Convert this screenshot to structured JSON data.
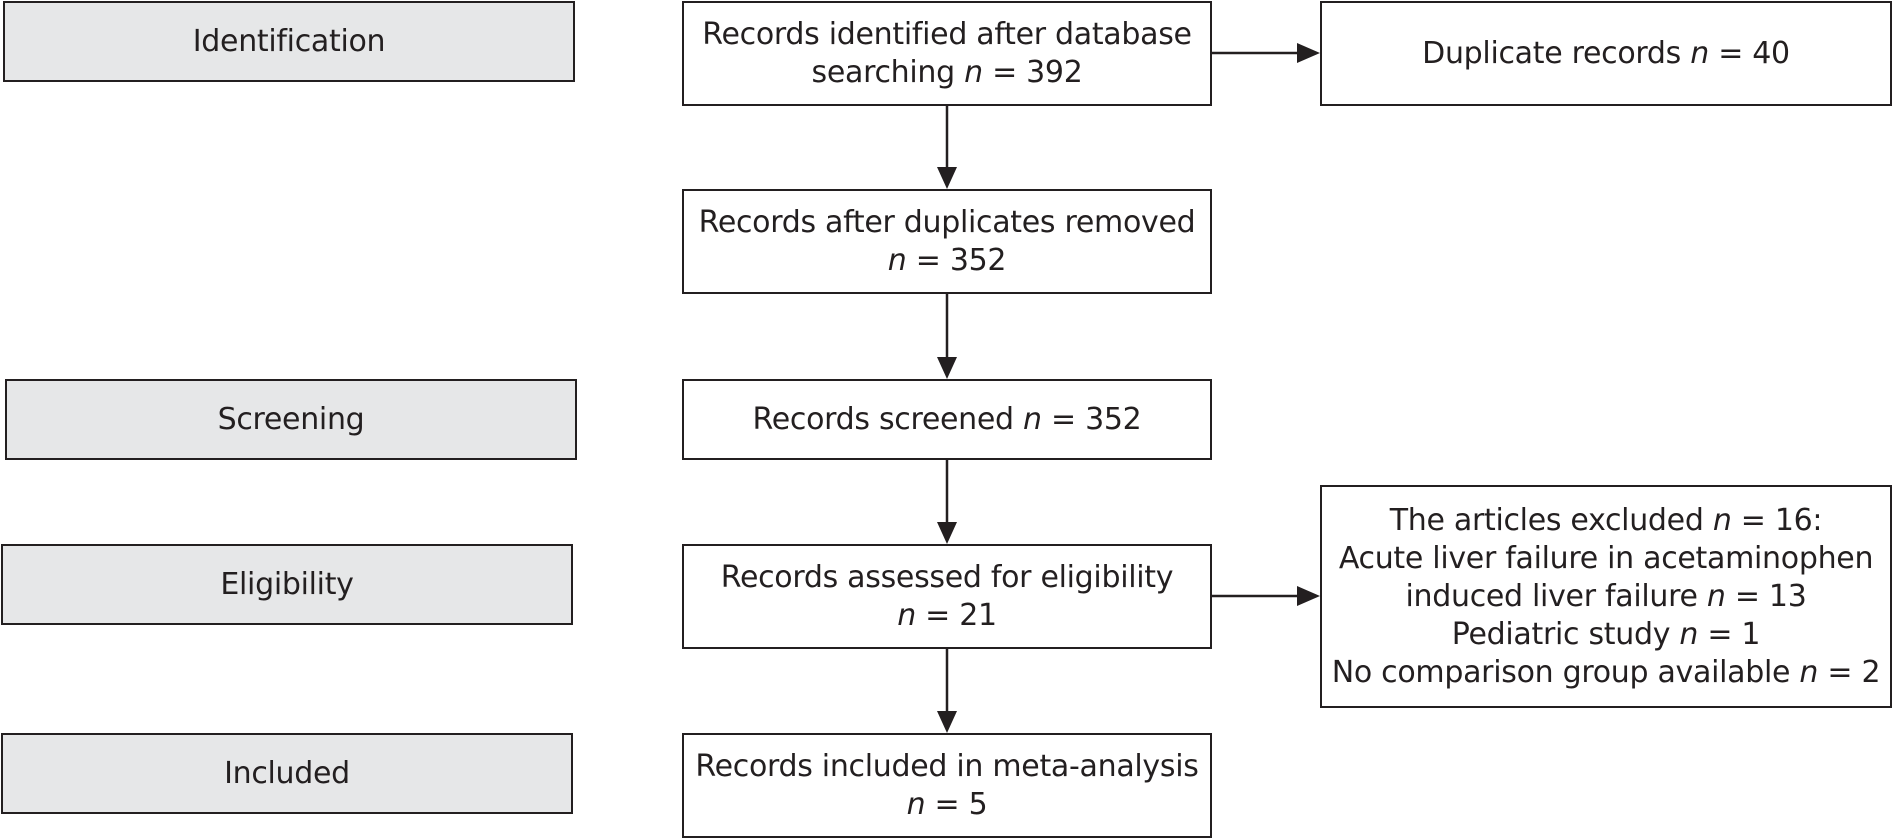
{
  "colors": {
    "label_fill": "#e6e7e8",
    "stroke": "#231f20",
    "background": "#ffffff"
  },
  "stages": {
    "identification": "Identification",
    "screening": "Screening",
    "eligibility": "Eligibility",
    "included": "Included"
  },
  "nodes": {
    "identified": {
      "line1": "Records identified after database",
      "line2_text": "searching",
      "var": "n",
      "value": " = 392"
    },
    "duplicates": {
      "text": "Duplicate records",
      "var": "n",
      "value": " = 40"
    },
    "after_duplicates": {
      "line1": "Records after duplicates removed",
      "var": "n",
      "value": " = 352"
    },
    "screened": {
      "text": "Records screened",
      "var": "n",
      "value": " = 352"
    },
    "assessed": {
      "line1": "Records assessed for eligibility",
      "var": "n",
      "value": " = 21"
    },
    "excluded": {
      "header_text": "The articles excluded",
      "header_var": "n",
      "header_value": " = 16:",
      "reason1_line1": "Acute liver failure in acetaminophen",
      "reason1_line2_text": "induced liver failure",
      "reason1_var": "n",
      "reason1_value": " = 13",
      "reason2_text": "Pediatric study",
      "reason2_var": "n",
      "reason2_value": " = 1",
      "reason3_text": "No comparison group available",
      "reason3_var": "n",
      "reason3_value": " = 2"
    },
    "included": {
      "line1": "Records included in meta-analysis",
      "var": "n",
      "value": " = 5"
    }
  }
}
